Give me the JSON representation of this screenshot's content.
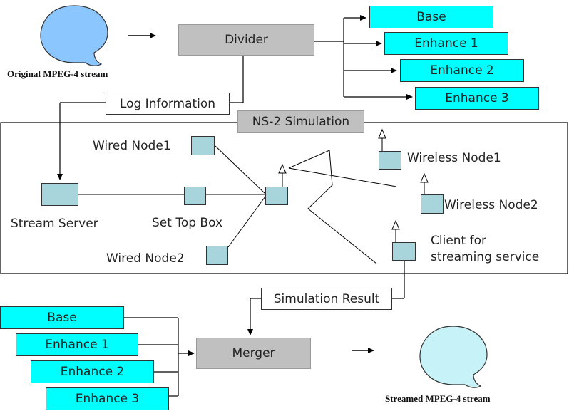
{
  "top": {
    "source_label": "Original MPEG-4 stream",
    "divider": "Divider",
    "layers": [
      "Base",
      "Enhance 1",
      "Enhance 2",
      "Enhance 3"
    ],
    "log_label": "Log Information"
  },
  "simulation": {
    "title": "NS-2 Simulation",
    "wired_node1": "Wired Node1",
    "wired_node2": "Wired Node2",
    "stream_server": "Stream Server",
    "set_top_box": "Set Top Box",
    "wireless_node1": "Wireless Node1",
    "wireless_node2": "Wireless Node2",
    "client_line1": "Client for",
    "client_line2": "streaming service"
  },
  "bottom": {
    "result_label": "Simulation Result",
    "merger": "Merger",
    "layers": [
      "Base",
      "Enhance 1",
      "Enhance 2",
      "Enhance 3"
    ],
    "output_label": "Streamed MPEG-4 stream"
  },
  "colors": {
    "layer_fill": "#00ffff",
    "box_gray": "#c0c0c0",
    "node_fill": "#a8d5dc",
    "bubble_fill": "#8cc6ff",
    "bubble_fill_light": "#c6f2f8"
  }
}
